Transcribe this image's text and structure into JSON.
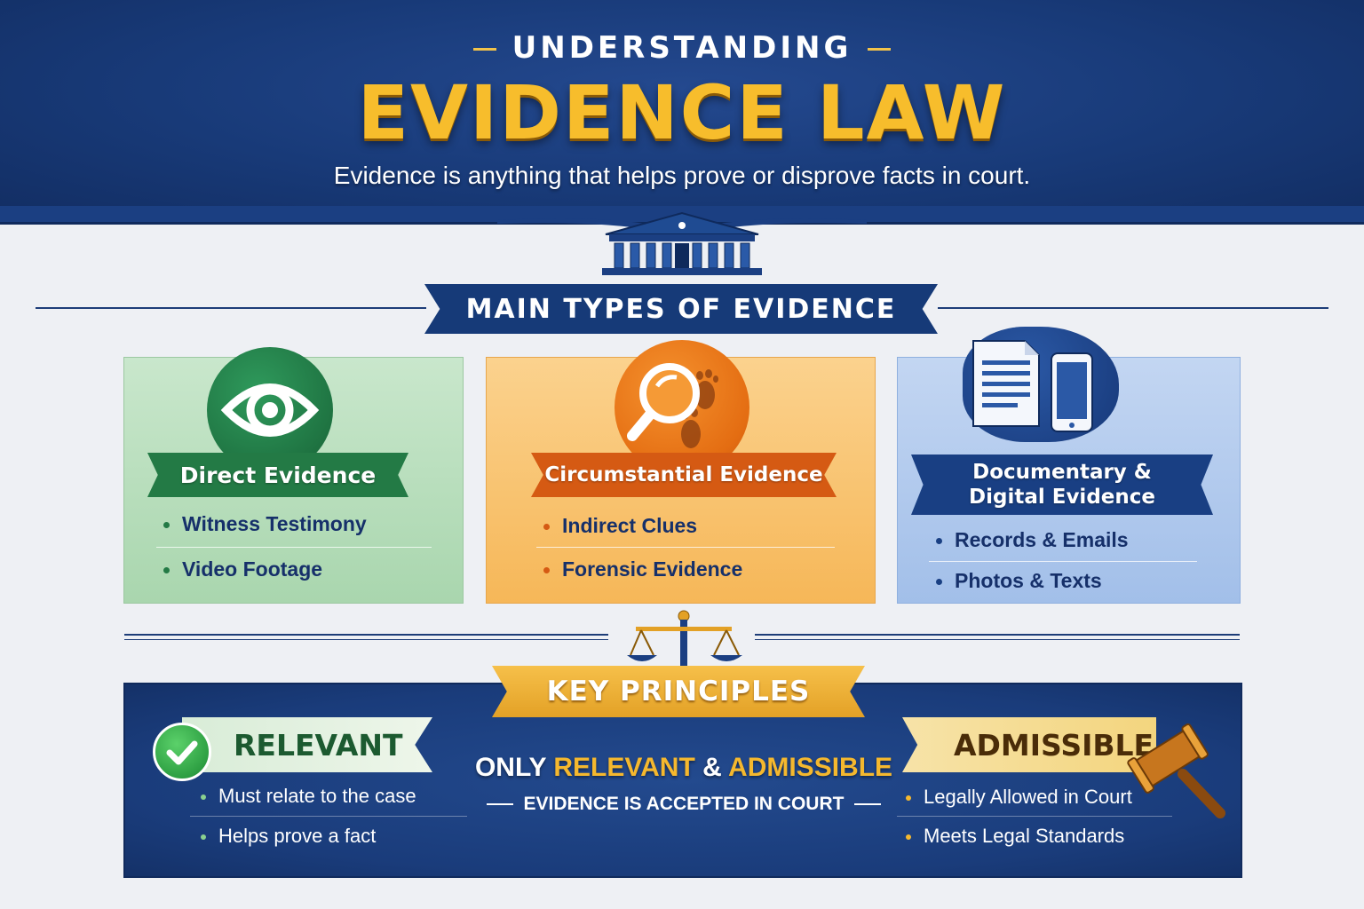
{
  "header": {
    "pre_title": "UNDERSTANDING",
    "title": "EVIDENCE LAW",
    "subtitle": "Evidence is anything that helps prove or disprove facts in court."
  },
  "types_section": {
    "heading": "MAIN TYPES OF EVIDENCE",
    "cards": [
      {
        "label": "Direct Evidence",
        "icon": "eye-icon",
        "color": "#237a45",
        "items": [
          "Witness Testimony",
          "Video Footage"
        ]
      },
      {
        "label": "Circumstantial Evidence",
        "icon": "magnifier-footprints-icon",
        "color": "#d55a13",
        "items": [
          "Indirect Clues",
          "Forensic Evidence"
        ]
      },
      {
        "label_line1": "Documentary &",
        "label_line2": "Digital Evidence",
        "icon": "document-phone-icon",
        "color": "#193f83",
        "items": [
          "Records & Emails",
          "Photos & Texts"
        ]
      }
    ]
  },
  "principles": {
    "heading": "KEY PRINCIPLES",
    "relevant": {
      "label": "RELEVANT",
      "items": [
        "Must relate to the case",
        "Helps prove a fact"
      ]
    },
    "admissible": {
      "label": "ADMISSIBLE",
      "items": [
        "Legally Allowed in Court",
        "Meets Legal Standards"
      ]
    },
    "center": {
      "only": "ONLY",
      "relevant": "RELEVANT",
      "amp": "&",
      "admissible": "ADMISSIBLE",
      "line2": "EVIDENCE IS ACCEPTED IN COURT"
    }
  },
  "colors": {
    "navy": "#183a78",
    "gold": "#f7bd2c",
    "green": "#237a45",
    "orange": "#d55a13"
  }
}
